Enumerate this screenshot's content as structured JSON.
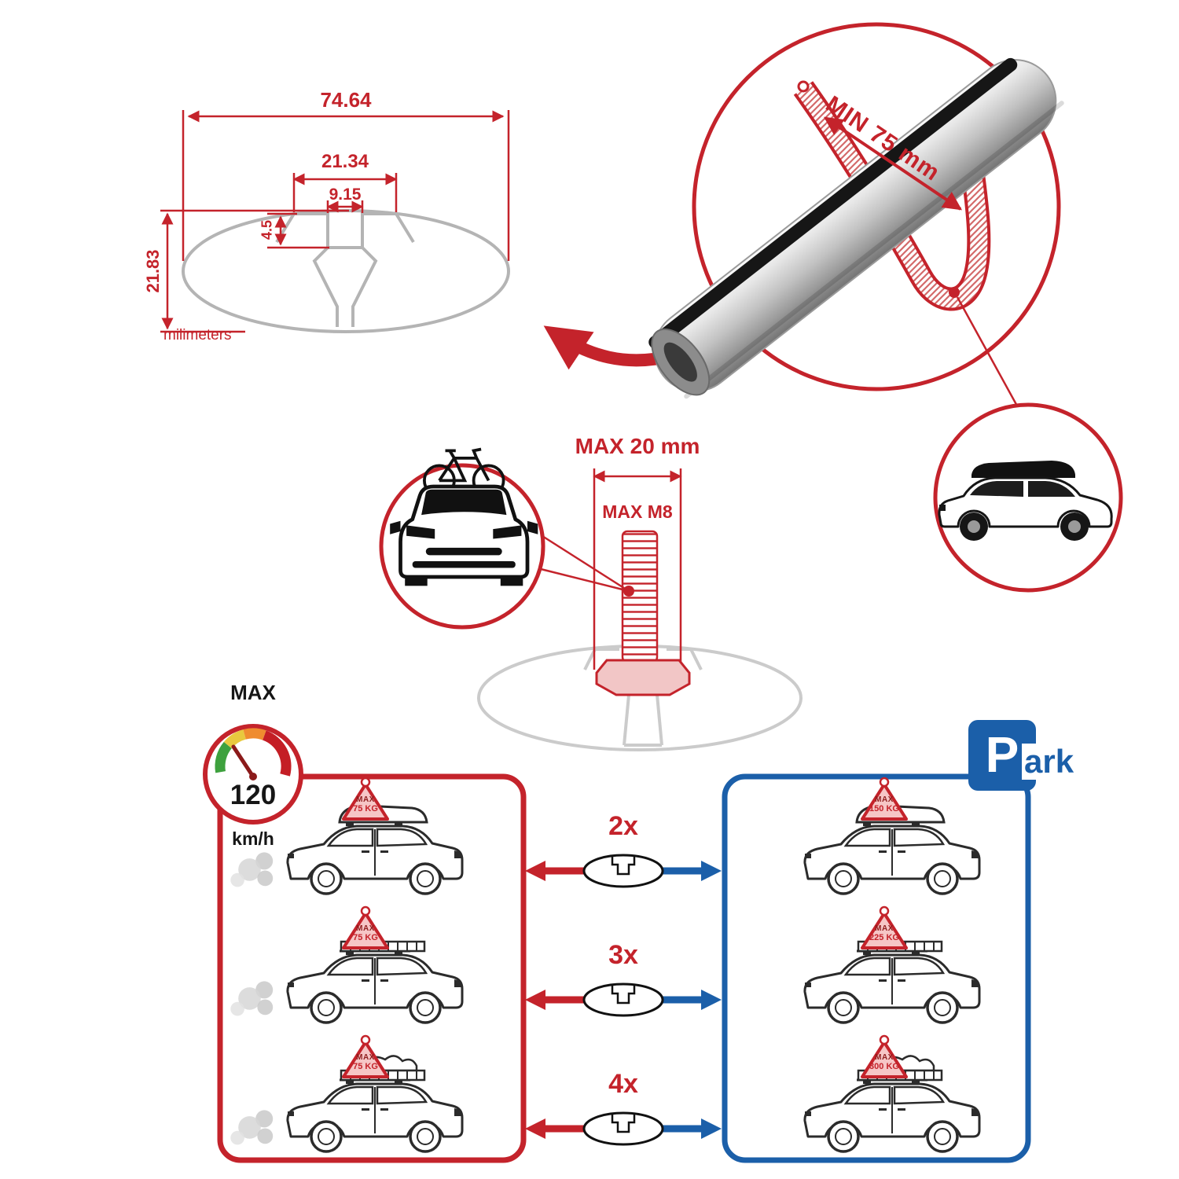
{
  "colors": {
    "accent_red": "#c4232b",
    "accent_blue": "#1b5fa9",
    "outline_gray": "#b4b4b4",
    "ink_black": "#1c1c1c"
  },
  "cross_section": {
    "total_width": "74.64",
    "channel_width": "21.34",
    "slot_width": "9.15",
    "slot_depth": "4.5",
    "total_height": "21.83",
    "units_label": "milimeters"
  },
  "bar_detail": {
    "min_span_label": "MIN 75 mm"
  },
  "bolt": {
    "max_width_label": "MAX 20 mm",
    "max_thread_label": "MAX M8"
  },
  "speed_limit": {
    "title": "MAX",
    "value": "120",
    "units": "km/h"
  },
  "parking_sign": {
    "letter": "P",
    "rest": "ark"
  },
  "multipliers": [
    {
      "label": "2x"
    },
    {
      "label": "3x"
    },
    {
      "label": "4x"
    }
  ],
  "driving_cars": [
    {
      "flag_title": "MAX",
      "flag_value": "75 KG"
    },
    {
      "flag_title": "MAX",
      "flag_value": "75 KG"
    },
    {
      "flag_title": "MAX",
      "flag_value": "75 KG"
    }
  ],
  "parked_cars": [
    {
      "flag_title": "MAX",
      "flag_value": "150 KG"
    },
    {
      "flag_title": "MAX",
      "flag_value": "225 KG"
    },
    {
      "flag_title": "MAX",
      "flag_value": "300 KG"
    }
  ]
}
